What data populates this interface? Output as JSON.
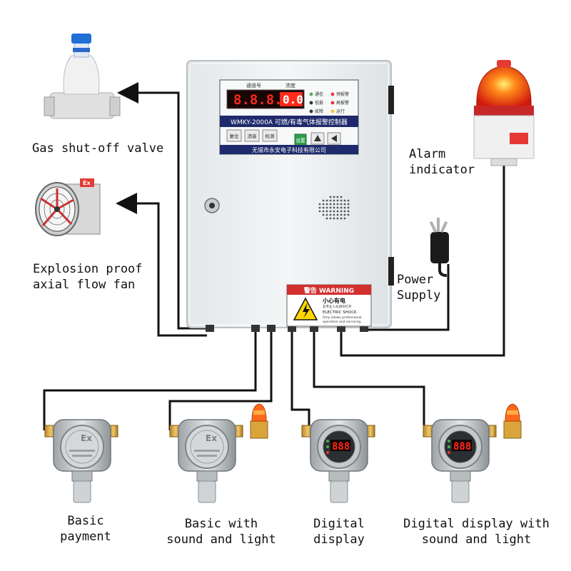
{
  "controller": {
    "model_line": "WMKY-2000A 可燃/有毒气体报警控制器",
    "manufacturer": "无锡市永安电子科技有限公司",
    "display_digits": "8.8.8.8.",
    "display_value": "0.0",
    "channel_label": "通道号",
    "concentration_label": "浓度",
    "leds": [
      "通信",
      "预报警",
      "低报",
      "高报警",
      "故障",
      "运行"
    ],
    "buttons": [
      "复位",
      "消音",
      "检测",
      "设置"
    ],
    "warning_title": "警告 WARNING",
    "warning_cn": "小心有电",
    "warning_sub": "非专业人员请勿打开",
    "warning_en1": "ELECTRIC SHOCK",
    "warning_en2": "Only allows professional",
    "warning_en3": "operation and servicing."
  },
  "labels": {
    "valve": "Gas shut-off valve",
    "fan_line1": "Explosion proof",
    "fan_line2": "axial flow fan",
    "alarm_line1": "Alarm",
    "alarm_line2": "indicator",
    "power_line1": "Power",
    "power_line2": "Supply"
  },
  "detectors": [
    {
      "line1": "Basic",
      "line2": "payment",
      "ex": "Ex"
    },
    {
      "line1": "Basic with",
      "line2": "sound and light",
      "ex": "Ex"
    },
    {
      "line1": "Digital",
      "line2": "display",
      "screen": "888"
    },
    {
      "line1": "Digital display with",
      "line2": "sound and light",
      "screen": "888"
    }
  ],
  "colors": {
    "cabinet": "#eceff1",
    "wire": "#111111",
    "display_red": "#ff2a1a",
    "alarm_red": "#ff3b1f",
    "detector_gray": "#b8bcbf",
    "detector_gold": "#d9a53b"
  }
}
